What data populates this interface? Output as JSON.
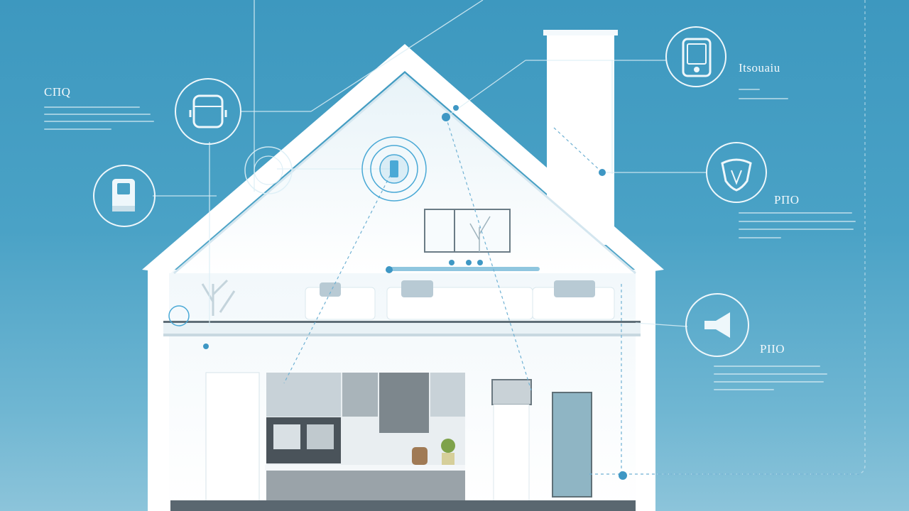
{
  "labels": {
    "top_left": "CΠQ",
    "top_right": "Itsouaiu",
    "mid_right": "PПО",
    "bottom_right": "PΙΙΟ"
  },
  "icons": [
    "cooker-icon",
    "thermostat-icon",
    "tablet-icon",
    "router-icon",
    "shield-icon",
    "speaker-icon",
    "wall-panel-icon"
  ],
  "colors": {
    "background_top": "#3d98bf",
    "background_bottom": "#8cc4da",
    "house": "#ffffff",
    "accent": "#4aa9d6"
  }
}
